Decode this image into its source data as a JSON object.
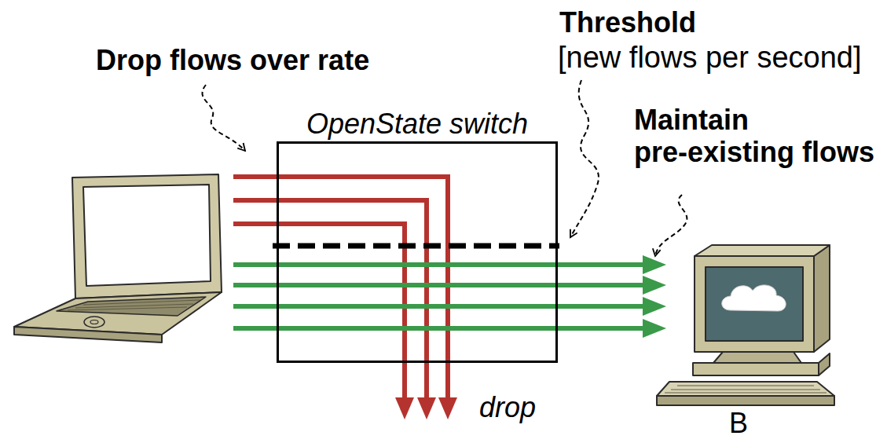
{
  "diagram": {
    "nodes": [
      {
        "text": [
          "OpenState switch"
        ]
      }
    ],
    "labels": [
      "Drop flows over rate",
      "Threshold",
      "[new flows per second]",
      "Maintain pre-existing flows",
      "drop",
      "B"
    ]
  }
}
